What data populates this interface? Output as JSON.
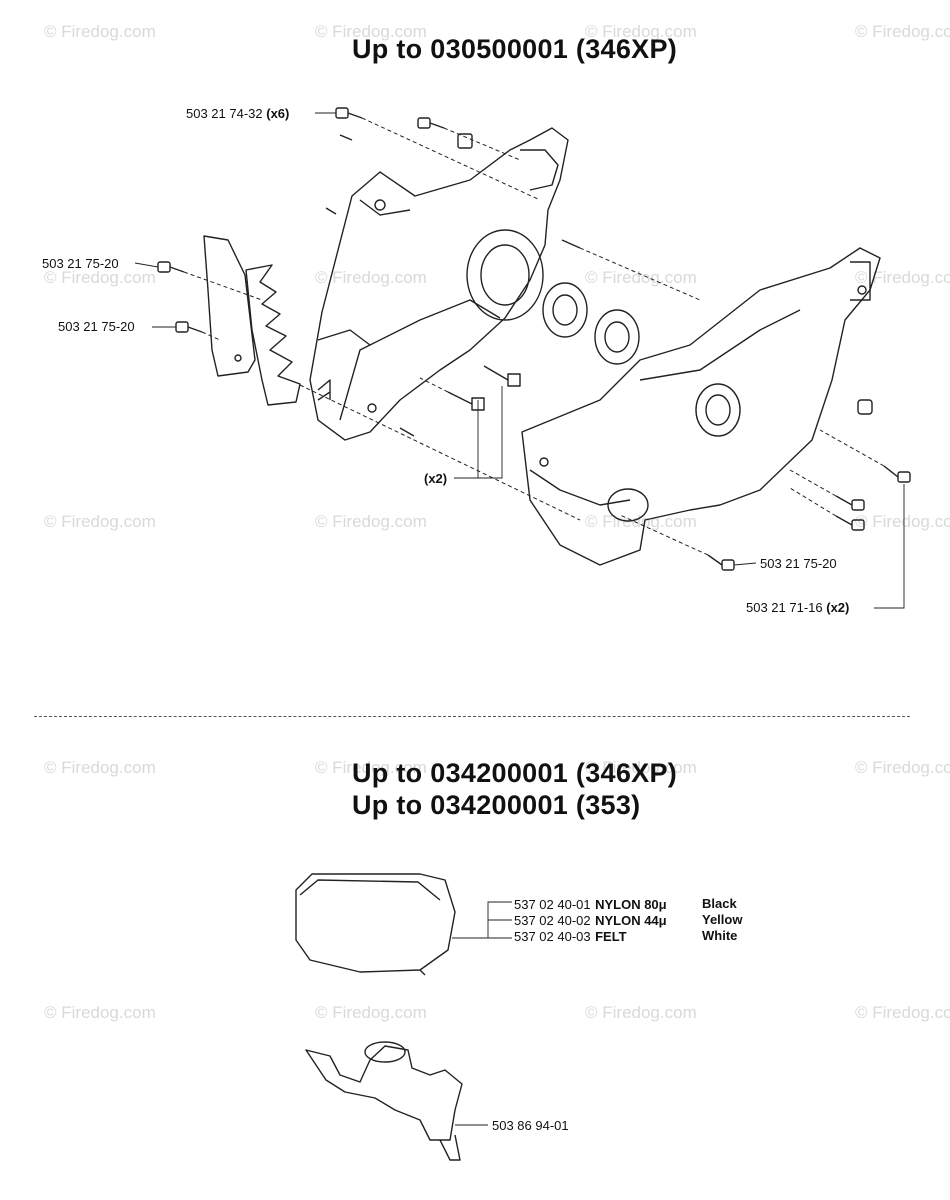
{
  "watermark": "© Firedog.com",
  "sections": [
    {
      "title": "Up to 030500001 (346XP)",
      "labels": {
        "screw_top": "503 21 74-32",
        "screw_top_qty": "(x6)",
        "screw_left1": "503 21 75-20",
        "screw_left2": "503 21 75-20",
        "pair_qty": "(x2)",
        "screw_bottom": "503 21 75-20",
        "screw_right": "503 21 71-16",
        "screw_right_qty": "(x2)"
      }
    },
    {
      "titles": [
        "Up to 034200001 (346XP)",
        "Up to 034200001 (353)"
      ],
      "filters": [
        {
          "part": "537 02 40-01",
          "material": "NYLON 80μ",
          "color": "Black"
        },
        {
          "part": "537 02 40-02",
          "material": "NYLON 44μ",
          "color": "Yellow"
        },
        {
          "part": "537 02 40-03",
          "material": "FELT",
          "color": "White"
        }
      ],
      "holder_part": "503 86 94-01"
    }
  ]
}
